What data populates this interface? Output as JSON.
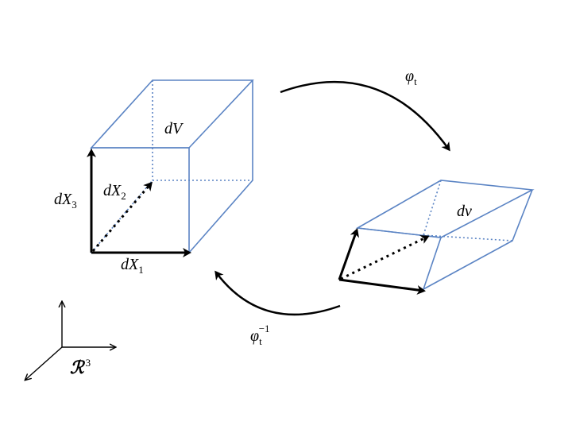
{
  "reference_cube": {
    "volume_label": "dV",
    "vec1": {
      "base": "dX",
      "sub": "1"
    },
    "vec2": {
      "base": "dX",
      "sub": "2"
    },
    "vec3": {
      "base": "dX",
      "sub": "3"
    }
  },
  "deformed_cube": {
    "volume_label": "dv"
  },
  "forward_map": {
    "base": "φ",
    "sub": "t"
  },
  "inverse_map": {
    "base": "φ",
    "sub": "t",
    "sup": "−1"
  },
  "frame": {
    "symbol": "ℛ",
    "sup": "3"
  },
  "colors": {
    "edge": "#5b84c4",
    "vector": "#000000"
  }
}
